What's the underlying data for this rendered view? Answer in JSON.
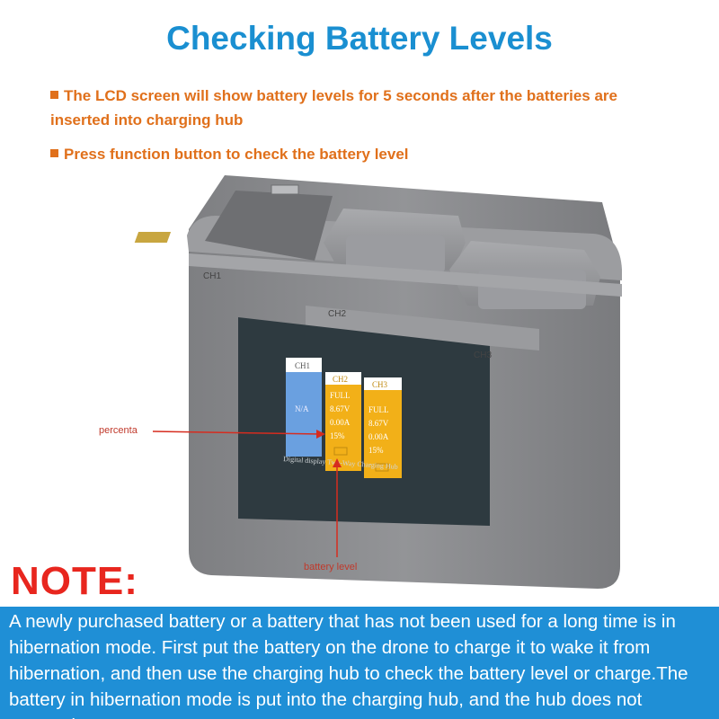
{
  "header": {
    "title": "Checking Battery Levels",
    "bullet1": "The LCD screen will show battery levels for 5 seconds after the batteries are inserted into charging hub",
    "bullet2": "Press function button to check the battery level"
  },
  "device": {
    "slot_labels": [
      "CH1",
      "CH2",
      "CH3"
    ],
    "lcd": {
      "col1": {
        "header": "CH1",
        "status": "N/A"
      },
      "col2": {
        "header": "CH2",
        "lines": [
          "FULL",
          "8.67V",
          "0.00A",
          "15%"
        ]
      },
      "col3": {
        "header": "CH3",
        "lines": [
          "FULL",
          "8.67V",
          "0.00A",
          "15%"
        ]
      },
      "footer": "Digital display Two-Way Charging Hub"
    },
    "colors": {
      "body": "#8d8e90",
      "lcd_blue": "#6aa0e0",
      "lcd_yellow": "#f2b018"
    }
  },
  "annotations": {
    "percent_label": "percenta",
    "battery_level_label": "battery level"
  },
  "note": {
    "title": "NOTE:",
    "text": "A newly purchased battery or a battery that has not been used for a long time is in hibernation mode. First put the battery on the drone to charge it to wake it from hibernation, and then use the charging hub to check the battery level or charge.The battery in hibernation mode is put into the charging hub, and the hub does not respond"
  }
}
